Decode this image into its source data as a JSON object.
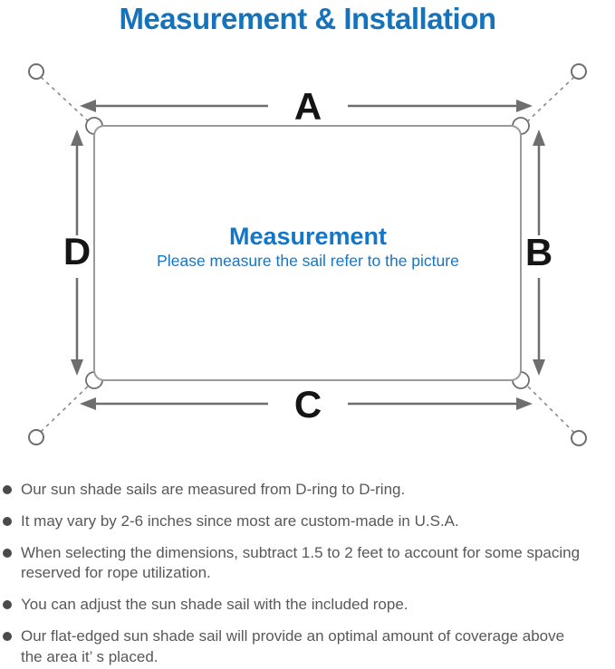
{
  "header": {
    "title": "Measurement & Installation"
  },
  "diagram": {
    "labels": {
      "a": "A",
      "b": "B",
      "c": "C",
      "d": "D"
    },
    "center": {
      "title": "Measurement",
      "subtitle": "Please measure the sail refer to the picture"
    }
  },
  "notes": {
    "items": [
      {
        "text": "Our sun shade sails are measured from D-ring to D-ring."
      },
      {
        "text": "It may vary by 2-6 inches since most are custom-made in U.S.A."
      },
      {
        "text": "When selecting the dimensions, subtract 1.5 to 2 feet to account for some spacing\nreserved for rope utilization."
      },
      {
        "text": "You can adjust the sun shade sail with the included rope."
      },
      {
        "text": "Our flat-edged sun shade sail will provide an optimal amount of coverage above\nthe area it’ s placed."
      }
    ]
  },
  "colors": {
    "title_blue": "#1573bc",
    "center_blue": "#1377c9",
    "arrow_gray": "#6e6e6e",
    "border_gray": "#9a9a9a",
    "dashed_gray": "#8a8a8a",
    "note_text_gray": "#57585a",
    "label_black": "#151515"
  }
}
